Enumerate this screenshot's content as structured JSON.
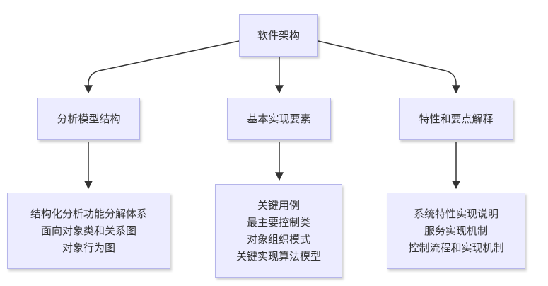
{
  "diagram": {
    "root": {
      "label": "软件架构"
    },
    "branches": [
      {
        "label": "分析模型结构",
        "details": [
          "结构化分析功能分解体系",
          "面向对象类和关系图",
          "对象行为图"
        ]
      },
      {
        "label": "基本实现要素",
        "details": [
          "关键用例",
          "最主要控制类",
          "对象组织模式",
          "关键实现算法模型"
        ]
      },
      {
        "label": "特性和要点解释",
        "details": [
          "系统特性实现说明",
          "服务实现机制",
          "控制流程和实现机制"
        ]
      }
    ],
    "colors": {
      "node_fill": "#ECECFF",
      "node_border": "#b5b5ea",
      "edge": "#333333",
      "text": "#333333"
    }
  }
}
